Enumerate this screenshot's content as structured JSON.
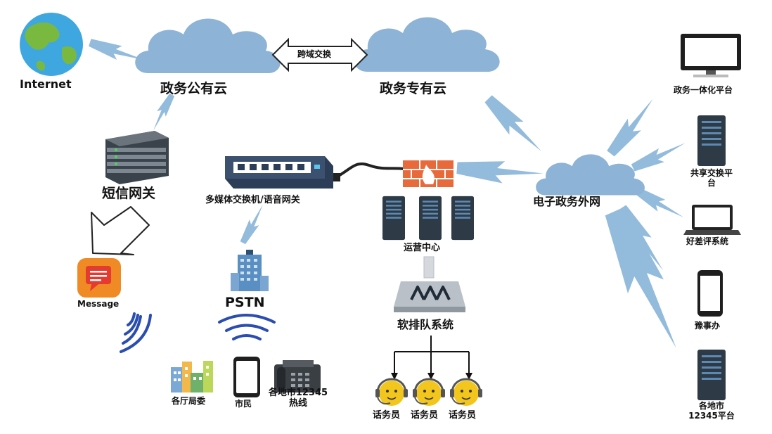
{
  "labels": {
    "internet": "Internet",
    "public_cloud": "政务公有云",
    "private_cloud": "政务专有云",
    "cross_domain": "跨域交换",
    "sms_gateway": "短信网关",
    "message": "Message",
    "switch": "多媒体交换机/语音网关",
    "pstn": "PSTN",
    "departments": "各厅局委",
    "citizens": "市民",
    "hotline_line1": "各地市12345",
    "hotline_line2": "热线",
    "operations": "运营中心",
    "queue": "软排队系统",
    "operators": [
      "话务员",
      "话务员",
      "话务员"
    ],
    "extranet": "电子政务外网",
    "platform_integrated": "政务一体化平台",
    "platform_exchange_line1": "共享交换平",
    "platform_exchange_line2": "台",
    "platform_review": "好差评系统",
    "platform_yushiban": "豫事办",
    "platform_city_line1": "各地市",
    "platform_city_line2": "12345平台"
  },
  "colors": {
    "cloud": "#8db3d6",
    "bolt": "#93bbdb",
    "server_dark": "#2e3b47",
    "wifi": "#2a4db0",
    "firewall": "#e86a3a"
  }
}
